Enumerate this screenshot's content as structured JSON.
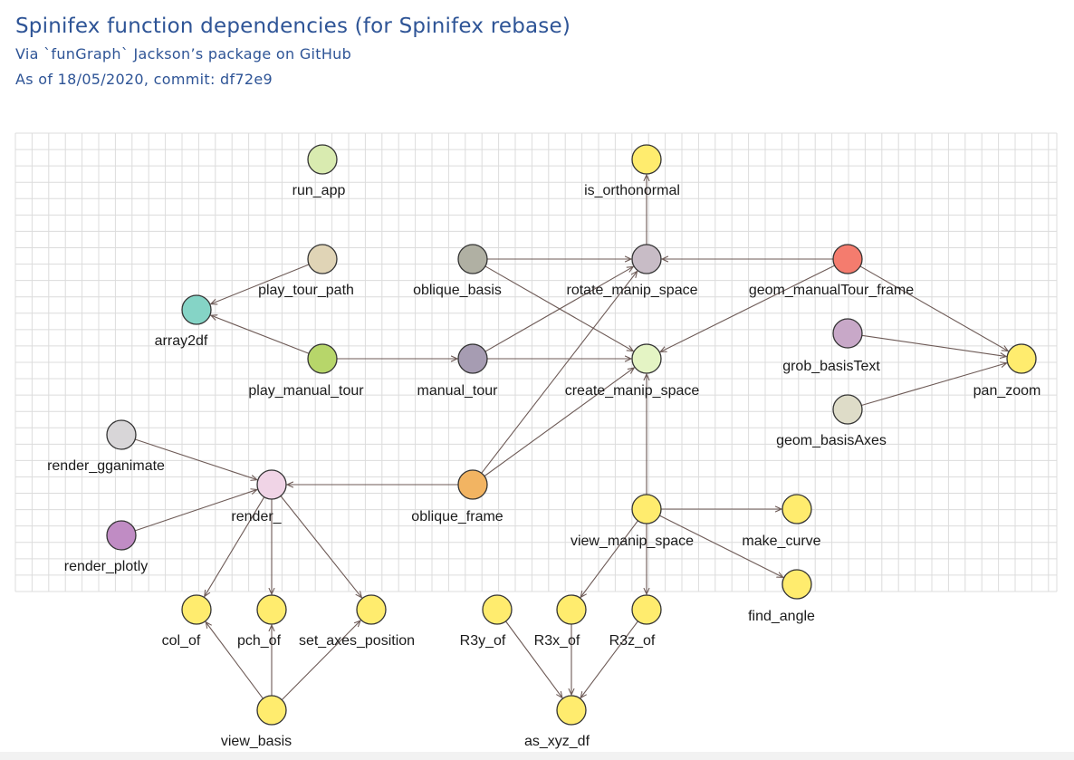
{
  "header": {
    "title": "Spinifex function dependencies (for Spinifex rebase)",
    "subtitle_1": "Via `funGraph` Jackson’s package on GitHub",
    "subtitle_2": "As of 18/05/2020, commit: df72e9"
  },
  "colors": {
    "grid": "#dcdcdc",
    "edge": "#6d5a56",
    "node_stroke": "#333333",
    "title": "#2e5496"
  },
  "nodes": [
    {
      "id": "run_app",
      "label": "run_app",
      "color": "#d9ebb0"
    },
    {
      "id": "is_orthonormal",
      "label": "is_orthonormal",
      "color": "#ffec6e"
    },
    {
      "id": "play_tour_path",
      "label": "play_tour_path",
      "color": "#e0d4b6"
    },
    {
      "id": "oblique_basis",
      "label": "oblique_basis",
      "color": "#b0b0a3"
    },
    {
      "id": "rotate_manip_space",
      "label": "rotate_manip_space",
      "color": "#c8bcc6"
    },
    {
      "id": "geom_manualTour_frame",
      "label": "geom_manualTour_frame",
      "color": "#f47c6e"
    },
    {
      "id": "array2df",
      "label": "array2df",
      "color": "#85d4c6"
    },
    {
      "id": "grob_basisText",
      "label": "grob_basisText",
      "color": "#c8a8c8"
    },
    {
      "id": "play_manual_tour",
      "label": "play_manual_tour",
      "color": "#b7d66a"
    },
    {
      "id": "manual_tour",
      "label": "manual_tour",
      "color": "#a69cb2"
    },
    {
      "id": "create_manip_space",
      "label": "create_manip_space",
      "color": "#e4f4c4"
    },
    {
      "id": "pan_zoom",
      "label": "pan_zoom",
      "color": "#ffec6e"
    },
    {
      "id": "geom_basisAxes",
      "label": "geom_basisAxes",
      "color": "#dedcc8"
    },
    {
      "id": "render_gganimate",
      "label": "render_gganimate",
      "color": "#d8d6d8"
    },
    {
      "id": "render_",
      "label": "render_",
      "color": "#f0d4e6"
    },
    {
      "id": "oblique_frame",
      "label": "oblique_frame",
      "color": "#f2b462"
    },
    {
      "id": "view_manip_space",
      "label": "view_manip_space",
      "color": "#ffec6e"
    },
    {
      "id": "make_curve",
      "label": "make_curve",
      "color": "#ffec6e"
    },
    {
      "id": "render_plotly",
      "label": "render_plotly",
      "color": "#c08cc4"
    },
    {
      "id": "find_angle",
      "label": "find_angle",
      "color": "#ffec6e"
    },
    {
      "id": "col_of",
      "label": "col_of",
      "color": "#ffec6e"
    },
    {
      "id": "pch_of",
      "label": "pch_of",
      "color": "#ffec6e"
    },
    {
      "id": "set_axes_position",
      "label": "set_axes_position",
      "color": "#ffec6e"
    },
    {
      "id": "R3y_of",
      "label": "R3y_of",
      "color": "#ffec6e"
    },
    {
      "id": "R3x_of",
      "label": "R3x_of",
      "color": "#ffec6e"
    },
    {
      "id": "R3z_of",
      "label": "R3z_of",
      "color": "#ffec6e"
    },
    {
      "id": "view_basis",
      "label": "view_basis",
      "color": "#ffec6e"
    },
    {
      "id": "as_xyz_df",
      "label": "as_xyz_df",
      "color": "#ffec6e"
    }
  ],
  "edges": [
    {
      "from": "play_tour_path",
      "to": "array2df"
    },
    {
      "from": "play_manual_tour",
      "to": "array2df"
    },
    {
      "from": "play_manual_tour",
      "to": "manual_tour"
    },
    {
      "from": "oblique_basis",
      "to": "rotate_manip_space"
    },
    {
      "from": "oblique_basis",
      "to": "create_manip_space"
    },
    {
      "from": "rotate_manip_space",
      "to": "is_orthonormal"
    },
    {
      "from": "geom_manualTour_frame",
      "to": "rotate_manip_space"
    },
    {
      "from": "geom_manualTour_frame",
      "to": "create_manip_space"
    },
    {
      "from": "geom_manualTour_frame",
      "to": "pan_zoom"
    },
    {
      "from": "manual_tour",
      "to": "rotate_manip_space"
    },
    {
      "from": "manual_tour",
      "to": "create_manip_space"
    },
    {
      "from": "grob_basisText",
      "to": "pan_zoom"
    },
    {
      "from": "geom_basisAxes",
      "to": "pan_zoom"
    },
    {
      "from": "render_gganimate",
      "to": "render_"
    },
    {
      "from": "render_plotly",
      "to": "render_"
    },
    {
      "from": "oblique_frame",
      "to": "render_"
    },
    {
      "from": "oblique_frame",
      "to": "rotate_manip_space"
    },
    {
      "from": "oblique_frame",
      "to": "create_manip_space"
    },
    {
      "from": "view_manip_space",
      "to": "create_manip_space"
    },
    {
      "from": "view_manip_space",
      "to": "make_curve"
    },
    {
      "from": "view_manip_space",
      "to": "find_angle"
    },
    {
      "from": "view_manip_space",
      "to": "R3x_of"
    },
    {
      "from": "view_manip_space",
      "to": "R3z_of"
    },
    {
      "from": "render_",
      "to": "col_of"
    },
    {
      "from": "render_",
      "to": "pch_of"
    },
    {
      "from": "render_",
      "to": "set_axes_position"
    },
    {
      "from": "view_basis",
      "to": "col_of"
    },
    {
      "from": "view_basis",
      "to": "pch_of"
    },
    {
      "from": "view_basis",
      "to": "set_axes_position"
    },
    {
      "from": "R3y_of",
      "to": "as_xyz_df"
    },
    {
      "from": "R3x_of",
      "to": "as_xyz_df"
    },
    {
      "from": "R3z_of",
      "to": "as_xyz_df"
    }
  ]
}
